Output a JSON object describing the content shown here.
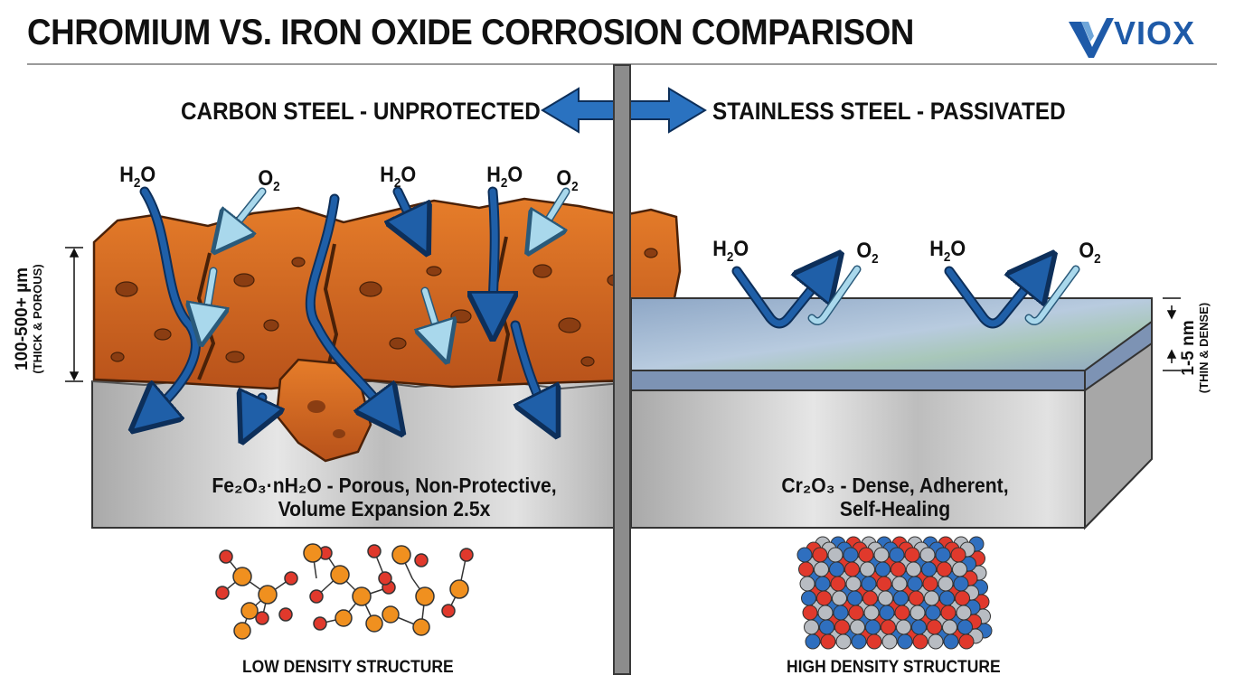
{
  "title": "CHROMIUM VS. IRON OXIDE CORROSION COMPARISON",
  "logo": {
    "text": "VIOX"
  },
  "left": {
    "heading": "CARBON STEEL - UNPROTECTED",
    "molecules": [
      {
        "main": "H",
        "sub": "2",
        "tail": "O"
      },
      {
        "main": "O",
        "sub": "2",
        "tail": ""
      },
      {
        "main": "H",
        "sub": "2",
        "tail": "O"
      },
      {
        "main": "H",
        "sub": "2",
        "tail": "O"
      },
      {
        "main": "O",
        "sub": "2",
        "tail": ""
      }
    ],
    "thickness": {
      "value": "100-500+ µm",
      "note": "(THICK & POROUS)"
    },
    "caption_formula": "Fe₂O₃·nH₂O",
    "caption_line1_rest": " - Porous, Non-Protective,",
    "caption_line2": "Volume Expansion 2.5x",
    "structure_label": "LOW DENSITY STRUCTURE"
  },
  "right": {
    "heading": "STAINLESS STEEL - PASSIVATED",
    "molecules": [
      {
        "main": "H",
        "sub": "2",
        "tail": "O"
      },
      {
        "main": "O",
        "sub": "2",
        "tail": ""
      },
      {
        "main": "H",
        "sub": "2",
        "tail": "O"
      },
      {
        "main": "O",
        "sub": "2",
        "tail": ""
      }
    ],
    "thickness": {
      "value": "1-5 nm",
      "note": "(THIN & DENSE)"
    },
    "caption_formula": "Cr₂O₃",
    "caption_line1_rest": " - Dense, Adherent,",
    "caption_line2": "Self-Healing",
    "structure_label": "HIGH DENSITY STRUCTURE"
  },
  "colors": {
    "rust": "#d9691f",
    "rust_dark": "#8a3d12",
    "arrow_blue": "#1f5fa8",
    "arrow_light": "#a9d8ec",
    "steel": "#c8c8c8",
    "passive_layer": "#9fb5cf",
    "atom_red": "#e0392c",
    "atom_orange": "#f0901f",
    "atom_blue": "#2f6fbf",
    "atom_gray": "#b8bcc2"
  }
}
